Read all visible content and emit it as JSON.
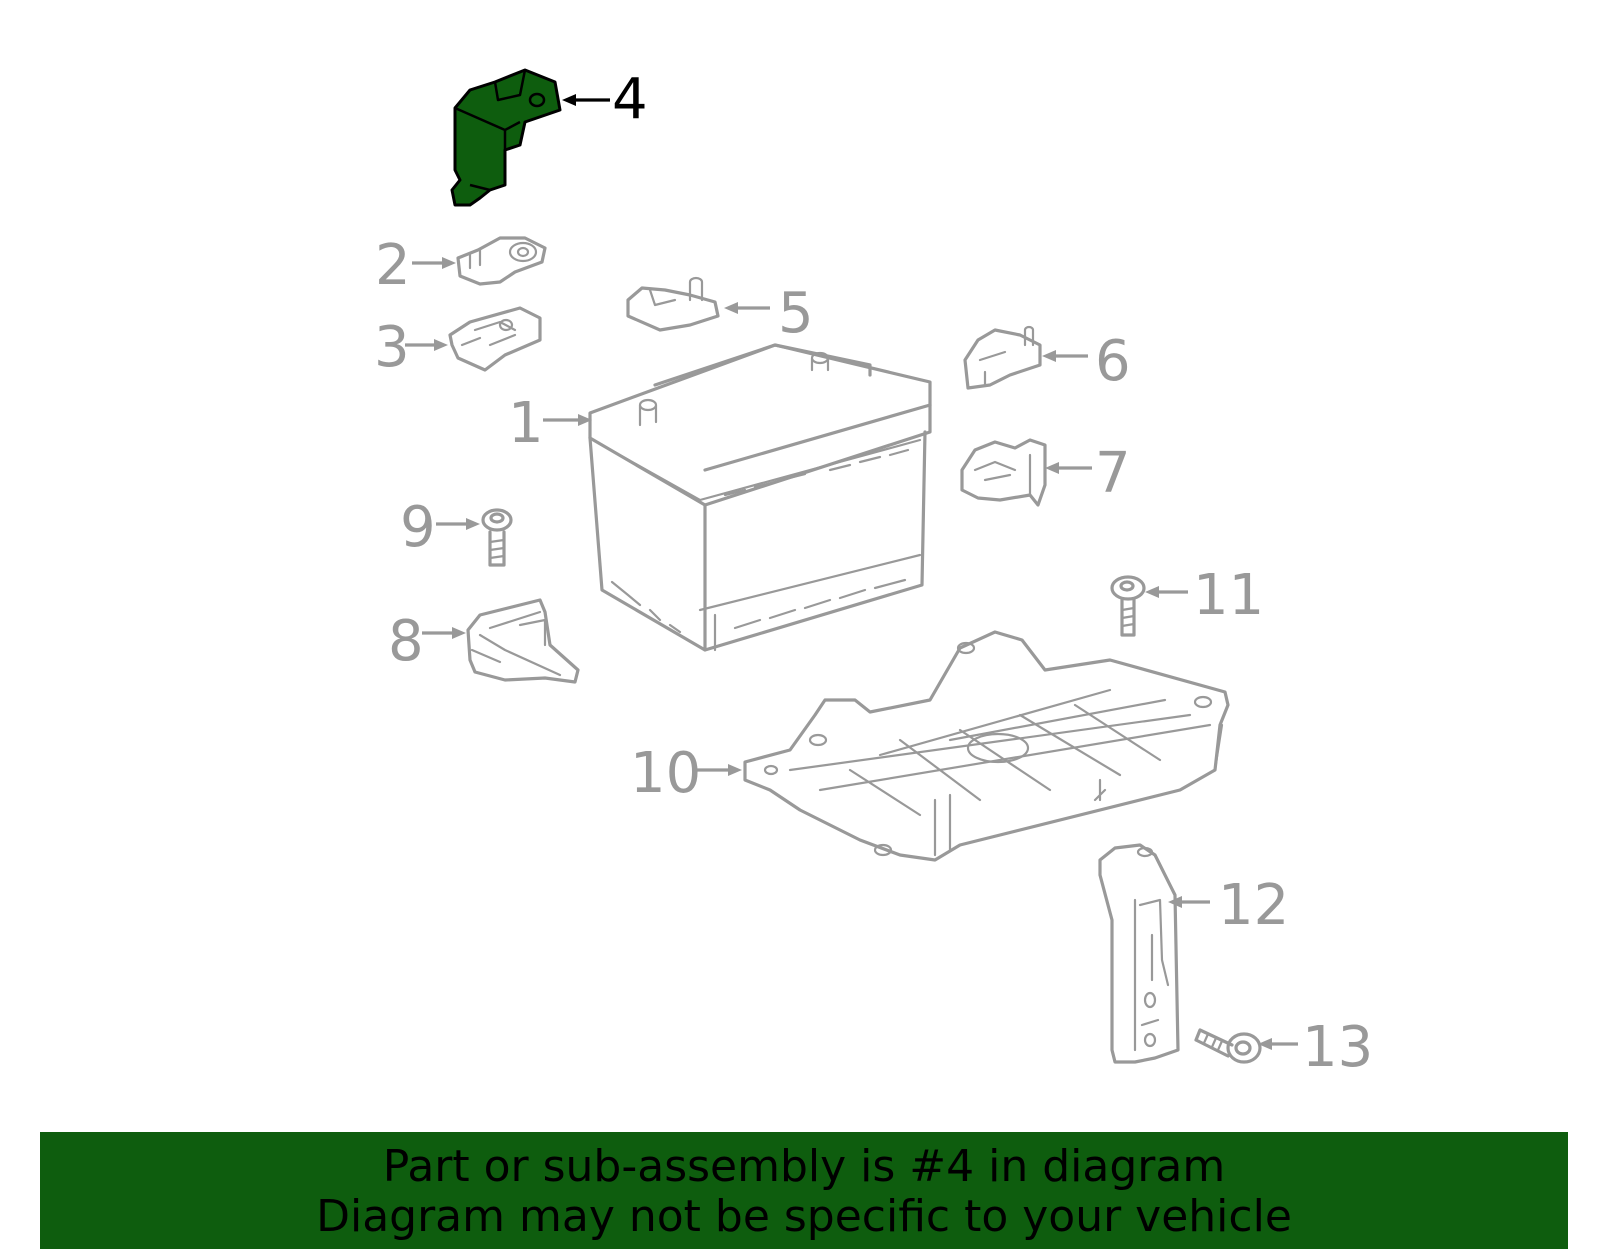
{
  "callouts": [
    "1",
    "2",
    "3",
    "4",
    "5",
    "6",
    "7",
    "8",
    "9",
    "10",
    "11",
    "12",
    "13"
  ],
  "highlighted_part": "4",
  "colors": {
    "highlight_fill": "#0e5d0e",
    "outline": "#999999",
    "highlight_text": "#000000",
    "banner_bg": "#0e5d0e"
  },
  "banner": {
    "line1": "Part or sub-assembly is #4 in diagram",
    "line2": "Diagram may not be specific to your vehicle"
  }
}
